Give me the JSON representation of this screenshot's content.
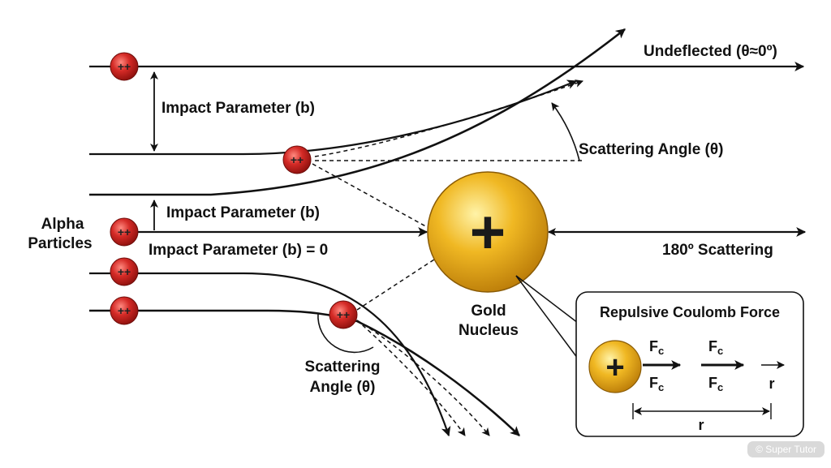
{
  "labels": {
    "undeflected": "Undeflected (θ≈0º)",
    "impact_parameter_top": "Impact Parameter (b)",
    "scattering_angle_top": "Scattering Angle (θ)",
    "impact_parameter_mid": "Impact Parameter (b)",
    "alpha_line1": "Alpha",
    "alpha_line2": "Particles",
    "impact_parameter_zero": "Impact Parameter (b) = 0",
    "backscatter": "180º Scattering",
    "nucleus_line1": "Gold",
    "nucleus_line2": "Nucleus",
    "scattering_angle_bottom_line1": "Scattering",
    "scattering_angle_bottom_line2": "Angle (θ)"
  },
  "particle": {
    "charge": "++"
  },
  "nucleus": {
    "symbol": "+"
  },
  "inset": {
    "title": "Repulsive Coulomb Force",
    "charge": "+",
    "force": "F",
    "force_sub": "c",
    "distance": "r"
  },
  "watermark": "© Super Tutor",
  "colors": {
    "particle_red": "#d42a26",
    "nucleus_gold": "#f0b823",
    "line": "#111111"
  }
}
